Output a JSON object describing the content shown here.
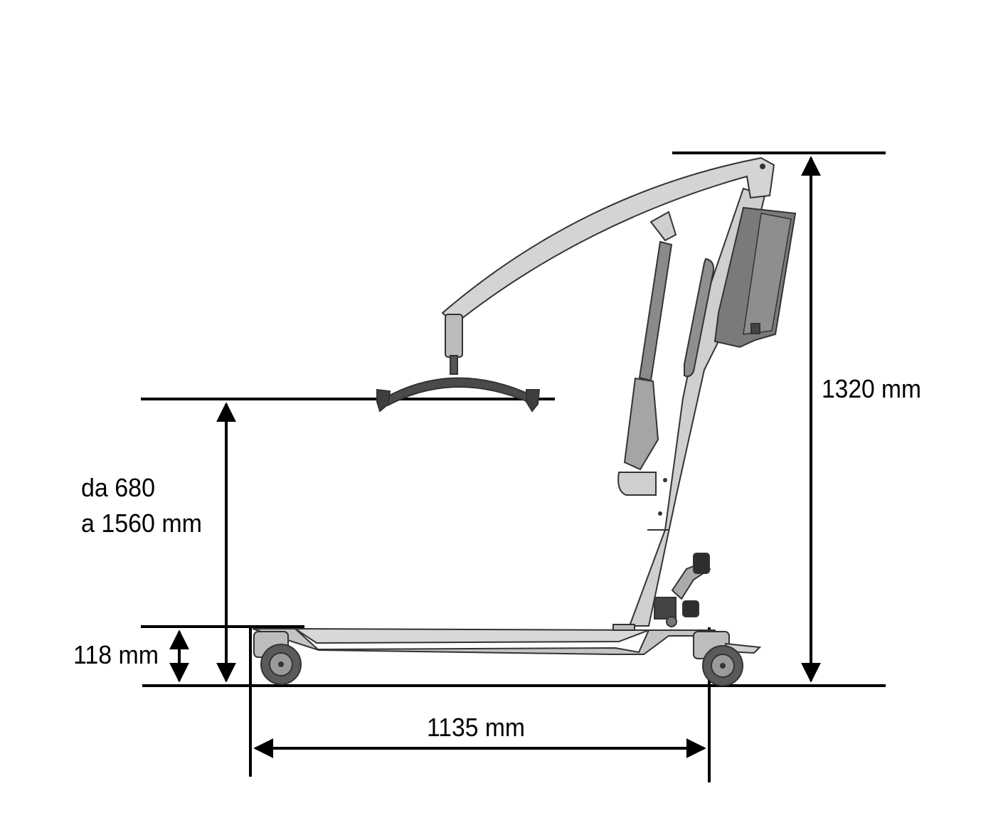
{
  "dimensions": {
    "total_height": "1320 mm",
    "lift_range_line1": "da 680",
    "lift_range_line2": "a 1560 mm",
    "base_height": "118 mm",
    "base_length": "1135 mm"
  },
  "colors": {
    "line": "#000000",
    "frame": "#cfcfcf",
    "frame_dark": "#8a8a8a",
    "actuator": "#9a9a9a",
    "battery": "#7d7d7d",
    "wheel": "#555555",
    "hanger": "#4a4a4a"
  }
}
